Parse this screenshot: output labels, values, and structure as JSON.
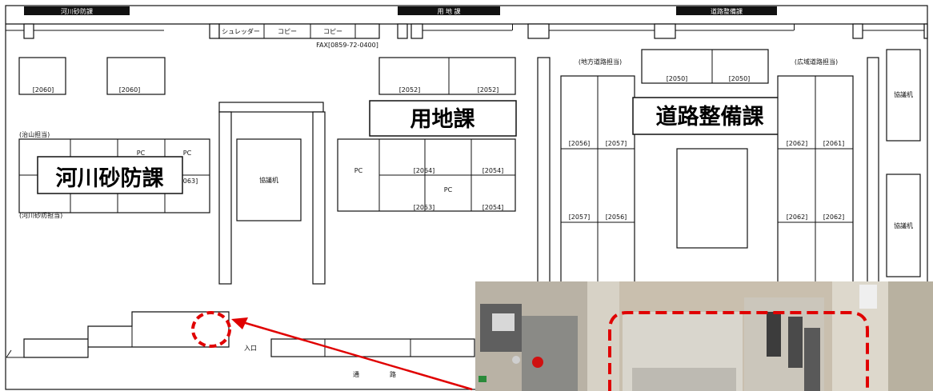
{
  "headers": {
    "left": "河川砂防課",
    "center": "用 地 課",
    "right": "道路整備課"
  },
  "top_bar": {
    "shredder": "シュレッダー",
    "copy1": "コピー",
    "copy2": "コピー",
    "fax": "FAX[0859-72-0400]"
  },
  "rooms": {
    "r2060a": "[2060]",
    "r2060b": "[2060]",
    "r2052a": "[2052]",
    "r2052b": "[2052]",
    "r2050a": "[2050]",
    "r2050b": "[2050]",
    "r2064": "[2064]",
    "r2054a": "[2054]",
    "r2053": "[2053]",
    "r2054b": "[2054]",
    "r2063": "063]",
    "r2056a": "[2056]",
    "r2057a": "[2057]",
    "r2057b": "[2057]",
    "r2056b": "[2056]",
    "r2062a": "[2062]",
    "r2061": "[2061]",
    "r2062b": "[2062]",
    "r2062c": "[2062]"
  },
  "notes": {
    "chisan": "(治山担当)",
    "kasen_sabo": "(河川砂防担当)",
    "chiho_doro": "(地方道路担当)",
    "koiki_doro": "(広域道路担当)"
  },
  "pc_labels": {
    "pc1": "PC",
    "pc2": "PC",
    "pc3": "PC",
    "pc4": "PC"
  },
  "meeting": {
    "m1": "協議机",
    "m2": "協議机",
    "m3": "協議机"
  },
  "section_labels": {
    "kasen": "河川砂防課",
    "yochi": "用地課",
    "doro": "道路整備課"
  },
  "entrance": "入口",
  "corridor_1": "通",
  "corridor_2": "路",
  "colors": {
    "header_bg": "#111111",
    "highlight": "#e00000",
    "photo_wall": "#c9bfae"
  }
}
